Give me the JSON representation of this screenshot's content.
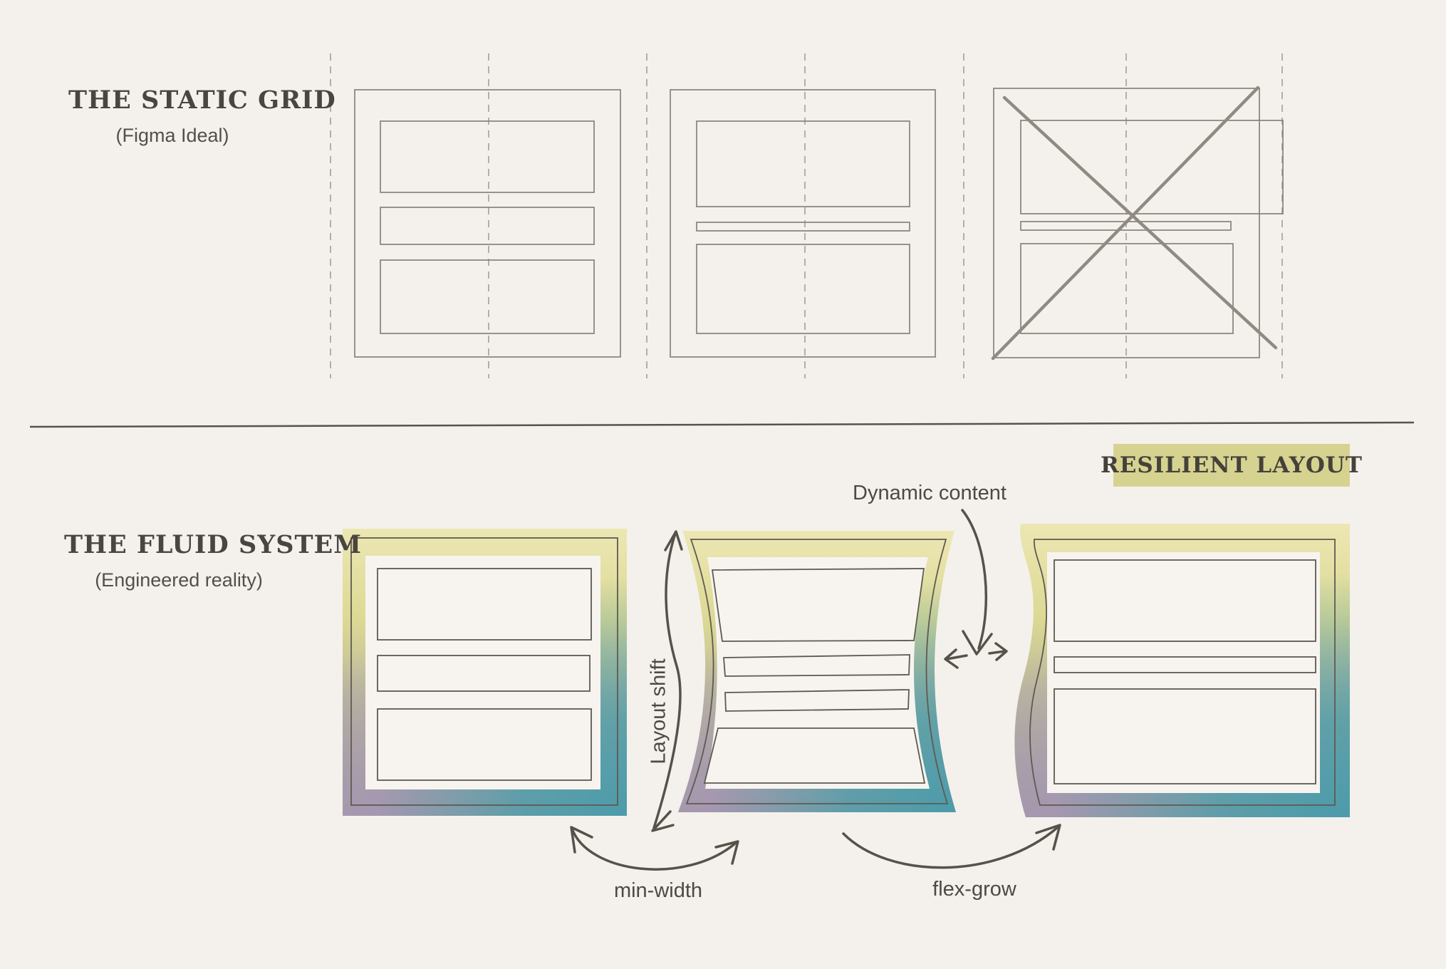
{
  "static_section": {
    "title": "THE STATIC GRID",
    "subtitle": "(Figma Ideal)"
  },
  "fluid_section": {
    "title": "THE FLUID SYSTEM",
    "subtitle": "(Engineered reality)",
    "badge": "RESILIENT LAYOUT",
    "annotations": {
      "dynamic_content": "Dynamic content",
      "layout_shift": "Layout shift",
      "min_width": "min-width",
      "flex_grow": "flex-grow"
    }
  },
  "colors": {
    "background": "#f4f1ec",
    "badge_background": "#d6d391",
    "heading_ink": "#4a4540",
    "label_ink": "#4d4943",
    "wireframe_stroke": "#87827a",
    "dashed_grid_stroke": "#a39d94",
    "divider_stroke": "#57534b",
    "arrow_stroke": "#56524a",
    "gradient_yellow_top": "#ece7b3",
    "gradient_khaki": "#dcd994",
    "gradient_teal_bottom_right": "#4c9cab",
    "gradient_purple_bottom_left": "#a495b3",
    "panel_fill": "#f7f4ef"
  }
}
